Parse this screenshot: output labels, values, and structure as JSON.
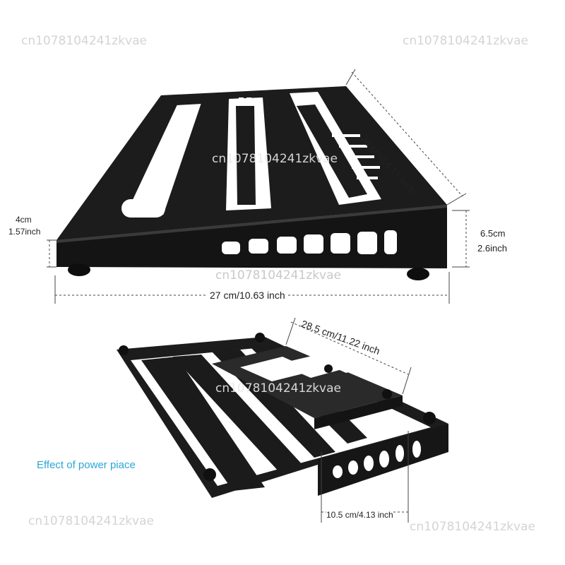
{
  "watermark": "cn1078104241zkvae",
  "top_view": {
    "depth_label": "36 cm/14.17 inch",
    "front_height_label_1": "4cm",
    "front_height_label_2": "1.57inch",
    "back_height_label_1": "6.5cm",
    "back_height_label_2": "2.6inch",
    "width_label": "27 cm/10.63 inch"
  },
  "bottom_view": {
    "shelf_length_label": "28.5 cm/11.22 inch",
    "shelf_height_label": "10.5 cm/4.13 inch",
    "caption": "Effect of power piace"
  },
  "colors": {
    "board": "#1b1b1b",
    "caption": "#2aa7d8",
    "dimension_line": "#444444"
  }
}
